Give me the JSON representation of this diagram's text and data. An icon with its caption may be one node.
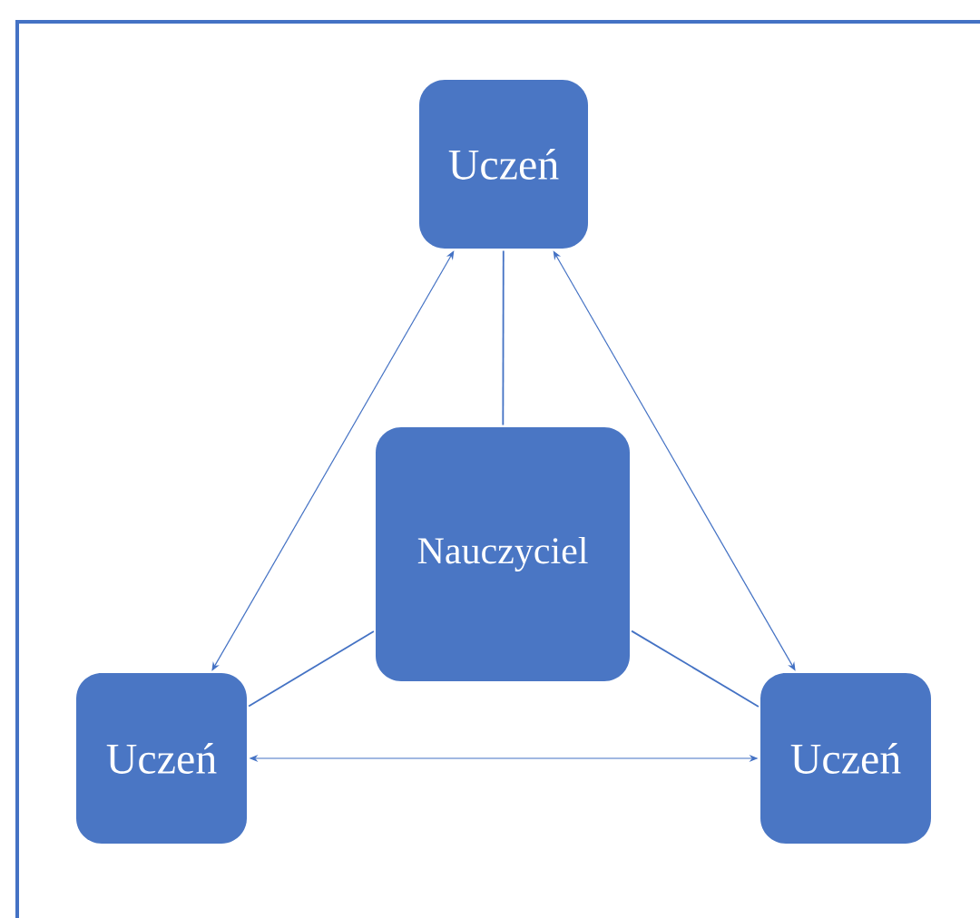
{
  "diagram": {
    "nodes": [
      {
        "text": [
          "Uczeń"
        ]
      },
      {
        "text": [
          "Nauczyciel"
        ]
      },
      {
        "text": [
          "Uczeń"
        ]
      },
      {
        "text": [
          "Uczeń"
        ]
      }
    ],
    "edges": [
      {
        "from": 0,
        "to": 1,
        "arrow": "none"
      },
      {
        "from": 1,
        "to": 2,
        "arrow": "none"
      },
      {
        "from": 1,
        "to": 3,
        "arrow": "none"
      },
      {
        "from": 0,
        "to": 2,
        "arrow": "both"
      },
      {
        "from": 0,
        "to": 3,
        "arrow": "both"
      },
      {
        "from": 2,
        "to": 3,
        "arrow": "both"
      }
    ]
  }
}
